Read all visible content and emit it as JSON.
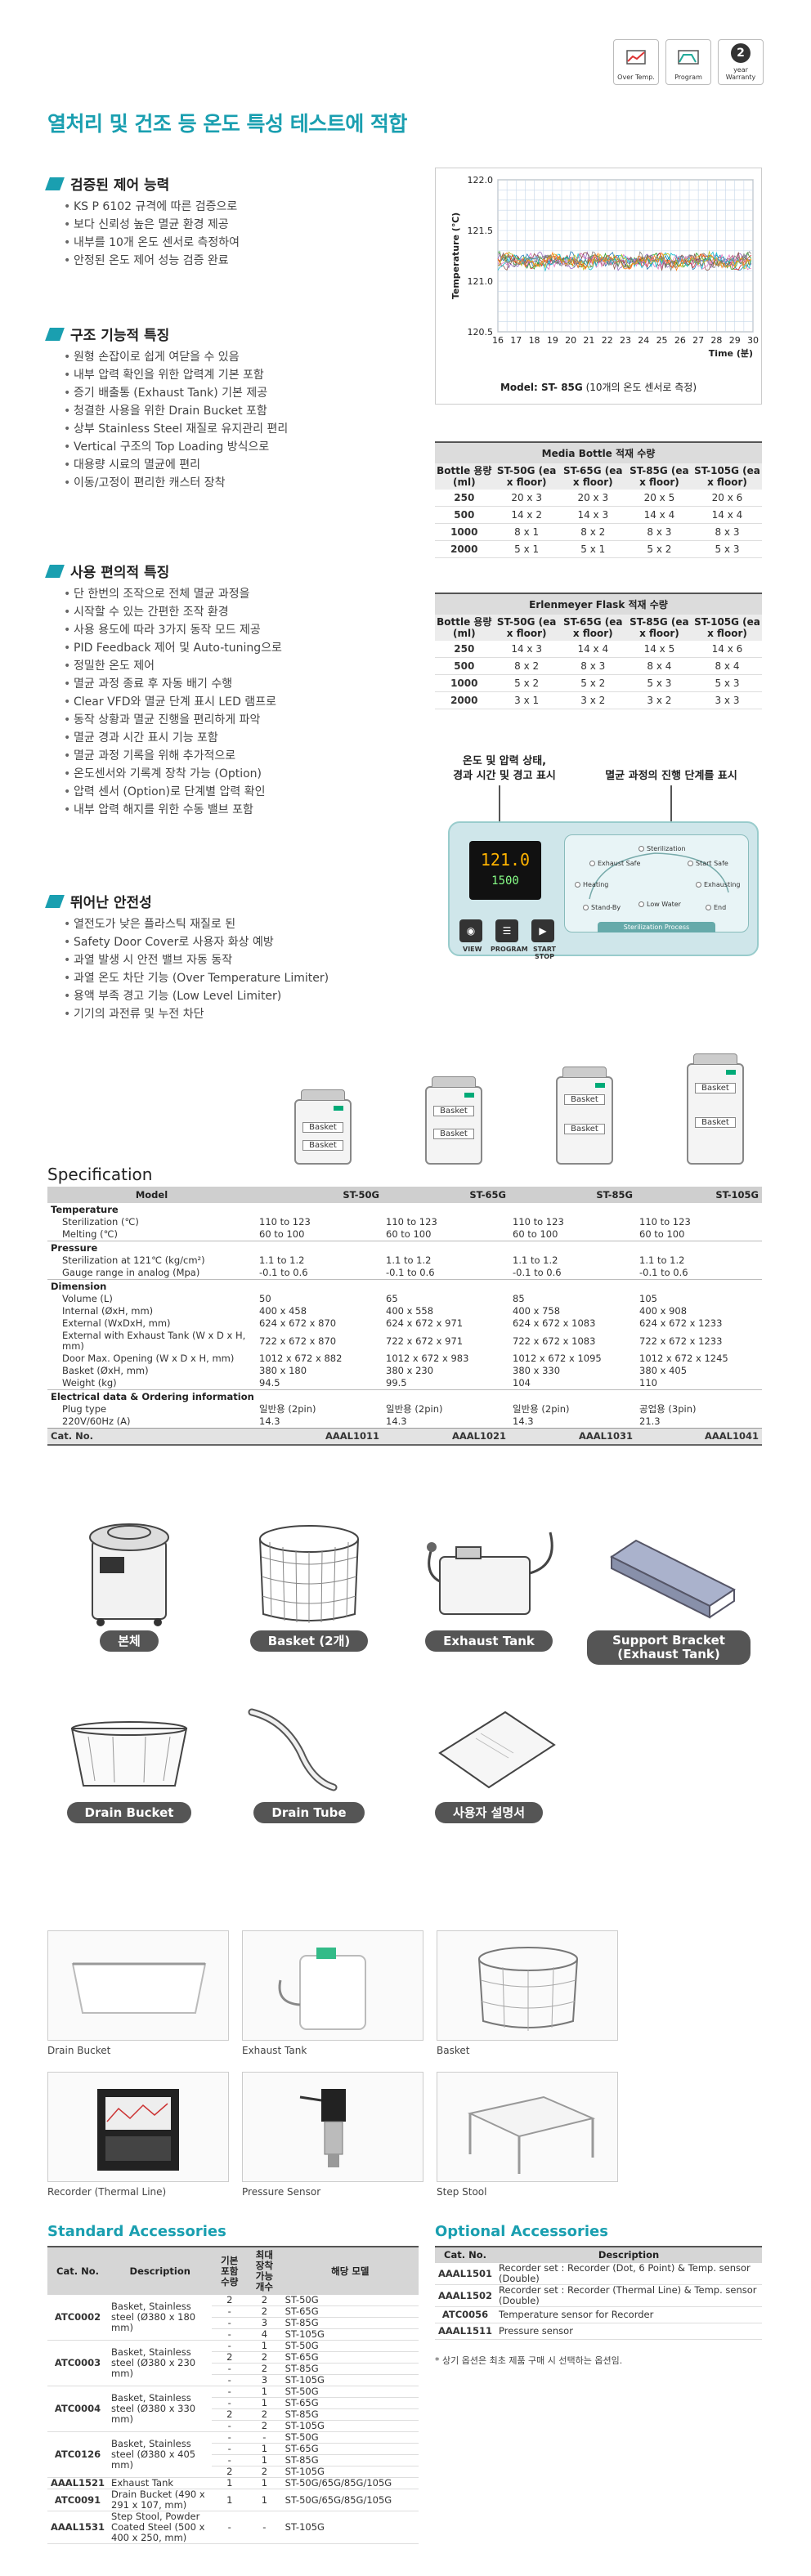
{
  "top_icons": [
    {
      "label": "Over Temp.",
      "icon": "thermometer-warning-icon"
    },
    {
      "label": "Program",
      "icon": "program-graph-icon"
    },
    {
      "label": "year Warranty",
      "number": "2"
    }
  ],
  "title": "열처리 및 건조 등 온도 특성 테스트에 적합",
  "sections": [
    {
      "heading": "검증된 제어 능력",
      "bullets": [
        "KS P 6102 규격에 따른 검증으로",
        "보다 신뢰성 높은 멸균 환경 제공",
        "내부를 10개 온도 센서로 측정하여",
        "안정된 온도 제어 성능 검증 완료"
      ]
    },
    {
      "heading": "구조 기능적 특징",
      "bullets": [
        "원형 손잡이로 쉽게 여닫을 수 있음",
        "내부 압력 확인을 위한 압력계 기본 포함",
        "증기 배출통 (Exhaust Tank) 기본 제공",
        "청결한 사용을 위한 Drain Bucket 포함",
        "상부 Stainless Steel 재질로 유지관리 편리",
        "Vertical 구조의 Top Loading 방식으로",
        "대용량 시료의 멸균에 편리",
        "이동/고정이 편리한 캐스터 장착"
      ]
    },
    {
      "heading": "사용 편의적 특징",
      "bullets": [
        "단 한번의 조작으로 전체 멸균 과정을",
        "시작할 수 있는 간편한 조작 환경",
        "사용 용도에 따라 3가지 동작 모드 제공",
        "PID Feedback 제어 및 Auto-tuning으로",
        "정밀한 온도 제어",
        "멸균 과정 종료 후 자동 배기 수행",
        "Clear VFD와 멸균 단계 표시 LED 램프로",
        "동작 상황과 멸균 진행을 편리하게 파악",
        "멸균 경과 시간 표시 기능 포함",
        "멸균 과정 기록을 위해 추가적으로",
        "온도센서와 기록계 장착 가능 (Option)",
        "압력 센서 (Option)로 단계별 압력 확인",
        "내부 압력 해지를 위한 수동 밸브 포함"
      ]
    },
    {
      "heading": "뛰어난 안전성",
      "bullets": [
        "열전도가 낮은 플라스틱 재질로 된",
        "Safety Door Cover로 사용자 화상 예방",
        "과열 발생 시 안전 밸브 자동 동작",
        "과열 온도 차단 기능 (Over Temperature Limiter)",
        "용액 부족 경고 기능 (Low Level Limiter)",
        "기기의 과전류 및 누전 차단"
      ]
    }
  ],
  "chart_data": {
    "type": "line",
    "title": "",
    "ylabel": "Temperature (℃)",
    "xlabel": "Time (분)",
    "x_ticks": [
      16,
      17,
      18,
      19,
      20,
      21,
      22,
      23,
      24,
      25,
      26,
      27,
      28,
      29,
      30
    ],
    "y_ticks": [
      "120.5",
      "121.0",
      "121.5",
      "122.0"
    ],
    "ylim": [
      120.5,
      122.0
    ],
    "xlim": [
      16,
      30
    ],
    "grid": true,
    "series_count": 10,
    "series_center": 121.2,
    "series_band": [
      121.1,
      121.35
    ],
    "caption_bold": "Model: ST- 85G",
    "caption_rest": " (10개의 온도 센서로 측정)"
  },
  "media_table": {
    "title": "Media Bottle 적재 수량",
    "headers": [
      "Bottle 용량 (ml)",
      "ST-50G (ea x floor)",
      "ST-65G (ea x floor)",
      "ST-85G (ea x floor)",
      "ST-105G (ea x floor)"
    ],
    "rows": [
      [
        "250",
        "20 x 3",
        "20 x 3",
        "20 x 5",
        "20 x 6"
      ],
      [
        "500",
        "14 x 2",
        "14 x 3",
        "14 x 4",
        "14 x 4"
      ],
      [
        "1000",
        "8 x 1",
        "8 x 2",
        "8 x 3",
        "8 x 3"
      ],
      [
        "2000",
        "5 x 1",
        "5 x 1",
        "5 x 2",
        "5 x 3"
      ]
    ]
  },
  "flask_table": {
    "title": "Erlenmeyer Flask 적재 수량",
    "headers": [
      "Bottle 용량 (ml)",
      "ST-50G (ea x floor)",
      "ST-65G (ea x floor)",
      "ST-85G (ea x floor)",
      "ST-105G (ea x floor)"
    ],
    "rows": [
      [
        "250",
        "14 x 3",
        "14 x 4",
        "14 x 5",
        "14 x 6"
      ],
      [
        "500",
        "8 x 2",
        "8 x 3",
        "8 x 4",
        "8 x 4"
      ],
      [
        "1000",
        "5 x 2",
        "5 x 2",
        "5 x 3",
        "5 x 3"
      ],
      [
        "2000",
        "3 x 1",
        "3 x 2",
        "3 x 2",
        "3 x 3"
      ]
    ]
  },
  "panel": {
    "label_left_1": "온도 및 압력 상태,",
    "label_left_2": "경과 시간 및 경고 표시",
    "label_right": "멸균 과정의 진행 단계를 표시",
    "lcd_top": "121.0",
    "lcd_bottom": "1500",
    "buttons": [
      "VIEW",
      "PROGRAM",
      "START STOP"
    ],
    "process_nodes": [
      "Sterilization",
      "Exhaust Safe",
      "Start Safe",
      "Heating",
      "Exhausting",
      "Low Water",
      "Stand-By",
      "End"
    ],
    "process_footer": "Sterilization Process"
  },
  "models": [
    {
      "name": "ST-50G",
      "baskets": [
        "Basket",
        "Basket"
      ]
    },
    {
      "name": "ST-65G",
      "baskets": [
        "Basket",
        "Basket"
      ]
    },
    {
      "name": "ST-85G",
      "baskets": [
        "Basket",
        "Basket"
      ]
    },
    {
      "name": "ST-105G",
      "baskets": [
        "Basket",
        "Basket"
      ]
    }
  ],
  "spec": {
    "title": "Specification",
    "headers": [
      "Model",
      "ST-50G",
      "ST-65G",
      "ST-85G",
      "ST-105G"
    ],
    "rows": [
      {
        "type": "cat",
        "label": "Temperature"
      },
      {
        "label": "Sterilization (℃)",
        "v": [
          "110 to 123",
          "110 to 123",
          "110 to 123",
          "110 to 123"
        ]
      },
      {
        "label": "Melting (℃)",
        "v": [
          "60 to 100",
          "60 to 100",
          "60 to 100",
          "60 to 100"
        ]
      },
      {
        "type": "cat",
        "label": "Pressure"
      },
      {
        "label": "Sterilization at 121℃ (kg/cm²)",
        "v": [
          "1.1 to 1.2",
          "1.1 to 1.2",
          "1.1 to 1.2",
          "1.1 to 1.2"
        ]
      },
      {
        "label": "Gauge range in analog (Mpa)",
        "v": [
          "-0.1 to 0.6",
          "-0.1 to 0.6",
          "-0.1 to 0.6",
          "-0.1 to 0.6"
        ]
      },
      {
        "type": "cat",
        "label": "Dimension"
      },
      {
        "label": "Volume (L)",
        "v": [
          "50",
          "65",
          "85",
          "105"
        ]
      },
      {
        "label": "Internal (ØxH, mm)",
        "v": [
          "400 x 458",
          "400 x 558",
          "400 x 758",
          "400 x 908"
        ]
      },
      {
        "label": "External (WxDxH, mm)",
        "v": [
          "624 x 672 x 870",
          "624 x 672 x 971",
          "624 x 672 x 1083",
          "624 x 672 x 1233"
        ]
      },
      {
        "label": "External with Exhaust Tank (W x D x H, mm)",
        "v": [
          "722 x 672 x 870",
          "722 x 672 x 971",
          "722 x 672 x 1083",
          "722 x 672 x 1233"
        ]
      },
      {
        "label": "Door Max. Opening (W x D x H, mm)",
        "v": [
          "1012 x 672 x 882",
          "1012 x 672 x 983",
          "1012 x 672 x 1095",
          "1012 x 672 x 1245"
        ]
      },
      {
        "label": "Basket (ØxH, mm)",
        "v": [
          "380 x 180",
          "380 x 230",
          "380 x 330",
          "380 x 405"
        ]
      },
      {
        "label": "Weight (kg)",
        "v": [
          "94.5",
          "99.5",
          "104",
          "110"
        ]
      },
      {
        "type": "cat",
        "label": "Electrical data & Ordering information"
      },
      {
        "label": "Plug type",
        "v": [
          "일반용 (2pin)",
          "일반용 (2pin)",
          "일반용 (2pin)",
          "공업용 (3pin)"
        ]
      },
      {
        "label": "220V/60Hz (A)",
        "v": [
          "14.3",
          "14.3",
          "14.3",
          "21.3"
        ]
      },
      {
        "type": "catno",
        "label": "Cat. No.",
        "v": [
          "AAAL1011",
          "AAAL1021",
          "AAAL1031",
          "AAAL1041"
        ]
      }
    ]
  },
  "included": [
    {
      "label": "본체",
      "icon": "autoclave-body-icon"
    },
    {
      "label": "Basket (2개)",
      "icon": "basket-icon"
    },
    {
      "label": "Exhaust Tank",
      "icon": "exhaust-tank-icon"
    },
    {
      "label": "Support Bracket (Exhaust Tank)",
      "icon": "support-bracket-icon"
    },
    {
      "label": "Drain Bucket",
      "icon": "drain-bucket-icon"
    },
    {
      "label": "Drain Tube",
      "icon": "drain-tube-icon"
    },
    {
      "label": "사용자 설명서",
      "icon": "manual-icon"
    }
  ],
  "photos": [
    {
      "caption": "Drain Bucket"
    },
    {
      "caption": "Exhaust Tank"
    },
    {
      "caption": "Basket"
    },
    {
      "caption": "Recorder (Thermal Line)"
    },
    {
      "caption": "Pressure Sensor"
    },
    {
      "caption": "Step Stool"
    }
  ],
  "std_acc": {
    "title": "Standard Accessories",
    "headers": [
      "Cat. No.",
      "Description",
      "기본 포함 수량",
      "최대 장착 가능 개수",
      "해당 모델"
    ],
    "groups": [
      {
        "cat": "ATC0002",
        "desc": "Basket, Stainless steel (Ø380 x 180 mm)",
        "rows": [
          [
            "2",
            "2",
            "ST-50G"
          ],
          [
            "-",
            "2",
            "ST-65G"
          ],
          [
            "-",
            "3",
            "ST-85G"
          ],
          [
            "-",
            "4",
            "ST-105G"
          ]
        ]
      },
      {
        "cat": "ATC0003",
        "desc": "Basket, Stainless steel (Ø380 x 230 mm)",
        "rows": [
          [
            "-",
            "1",
            "ST-50G"
          ],
          [
            "2",
            "2",
            "ST-65G"
          ],
          [
            "-",
            "2",
            "ST-85G"
          ],
          [
            "-",
            "3",
            "ST-105G"
          ]
        ]
      },
      {
        "cat": "ATC0004",
        "desc": "Basket, Stainless steel (Ø380 x 330 mm)",
        "rows": [
          [
            "-",
            "1",
            "ST-50G"
          ],
          [
            "-",
            "1",
            "ST-65G"
          ],
          [
            "2",
            "2",
            "ST-85G"
          ],
          [
            "-",
            "2",
            "ST-105G"
          ]
        ]
      },
      {
        "cat": "ATC0126",
        "desc": "Basket, Stainless steel (Ø380 x 405 mm)",
        "rows": [
          [
            "-",
            "-",
            "ST-50G"
          ],
          [
            "-",
            "1",
            "ST-65G"
          ],
          [
            "-",
            "1",
            "ST-85G"
          ],
          [
            "2",
            "2",
            "ST-105G"
          ]
        ]
      },
      {
        "cat": "AAAL1521",
        "desc": "Exhaust Tank",
        "rows": [
          [
            "1",
            "1",
            "ST-50G/65G/85G/105G"
          ]
        ]
      },
      {
        "cat": "ATC0091",
        "desc": "Drain Bucket (490 x 291 x 107, mm)",
        "rows": [
          [
            "1",
            "1",
            "ST-50G/65G/85G/105G"
          ]
        ]
      },
      {
        "cat": "AAAL1531",
        "desc": "Step Stool, Powder Coated Steel (500 x 400 x 250, mm)",
        "rows": [
          [
            "-",
            "-",
            "ST-105G"
          ]
        ]
      }
    ]
  },
  "opt_acc": {
    "title": "Optional Accessories",
    "headers": [
      "Cat. No.",
      "Description"
    ],
    "rows": [
      [
        "AAAL1501",
        "Recorder set : Recorder (Dot, 6 Point) & Temp. sensor (Double)"
      ],
      [
        "AAAL1502",
        "Recorder set : Recorder (Thermal Line) & Temp. sensor (Double)"
      ],
      [
        "ATC0056",
        "Temperature sensor for Recorder"
      ],
      [
        "AAAL1511",
        "Pressure sensor"
      ]
    ],
    "note": "* 상기 옵션은 최초 제품 구매 시 선택하는 옵션임."
  }
}
